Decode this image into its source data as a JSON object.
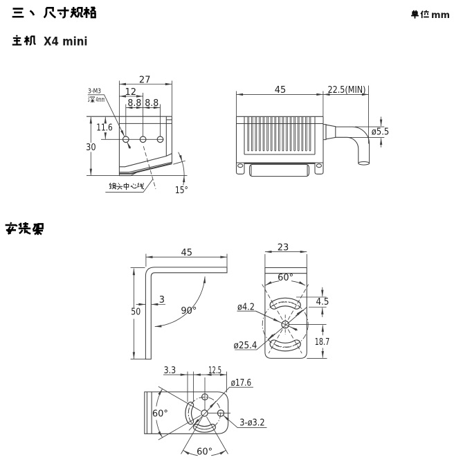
{
  "style": {
    "background": "#ffffff",
    "line_color": "#3d3d3d",
    "text_color": "#1c1c1c",
    "heading_color": "#000000"
  },
  "header": {
    "section_number": "三、",
    "section_title": "尺寸规格",
    "unit_label": "单位",
    "unit_value": "mm"
  },
  "sections": {
    "main_unit_label": "主机",
    "main_unit_model": "X4 mini",
    "bracket_label": "安装架"
  },
  "main_unit_front_view": {
    "width": "27",
    "hole_span": "12",
    "hole_pitch_left": "8.8",
    "hole_pitch_right": "8.8",
    "thread_callout": "3-M3",
    "thread_depth_cjk": "深",
    "thread_depth_rest": "4mm",
    "top_to_hole": "11.6",
    "height": "30",
    "lens_axis_label": "镜头中心线",
    "window_tilt": "15°"
  },
  "main_unit_side_view": {
    "length": "45",
    "cable_bend_min": "22.5(MIN)",
    "cable_diameter": "ø5.5"
  },
  "bracket_side_view": {
    "arm_length": "45",
    "height": "50",
    "thickness": "3",
    "bend_angle": "90°"
  },
  "bracket_front_view": {
    "width": "23",
    "slot_angle": "60°",
    "hole_diameter": "ø4.2",
    "slot_width": "4.5",
    "bolt_circle": "ø25.4",
    "center_to_bottom": "18.7"
  },
  "bracket_bottom_view": {
    "slot_width": "3.3",
    "center_to_edge": "12.5",
    "bolt_circle": "ø17.6",
    "side_slot_angle": "60°",
    "hole_spec": "3-ø3.2",
    "bottom_slot_angle": "60°"
  }
}
